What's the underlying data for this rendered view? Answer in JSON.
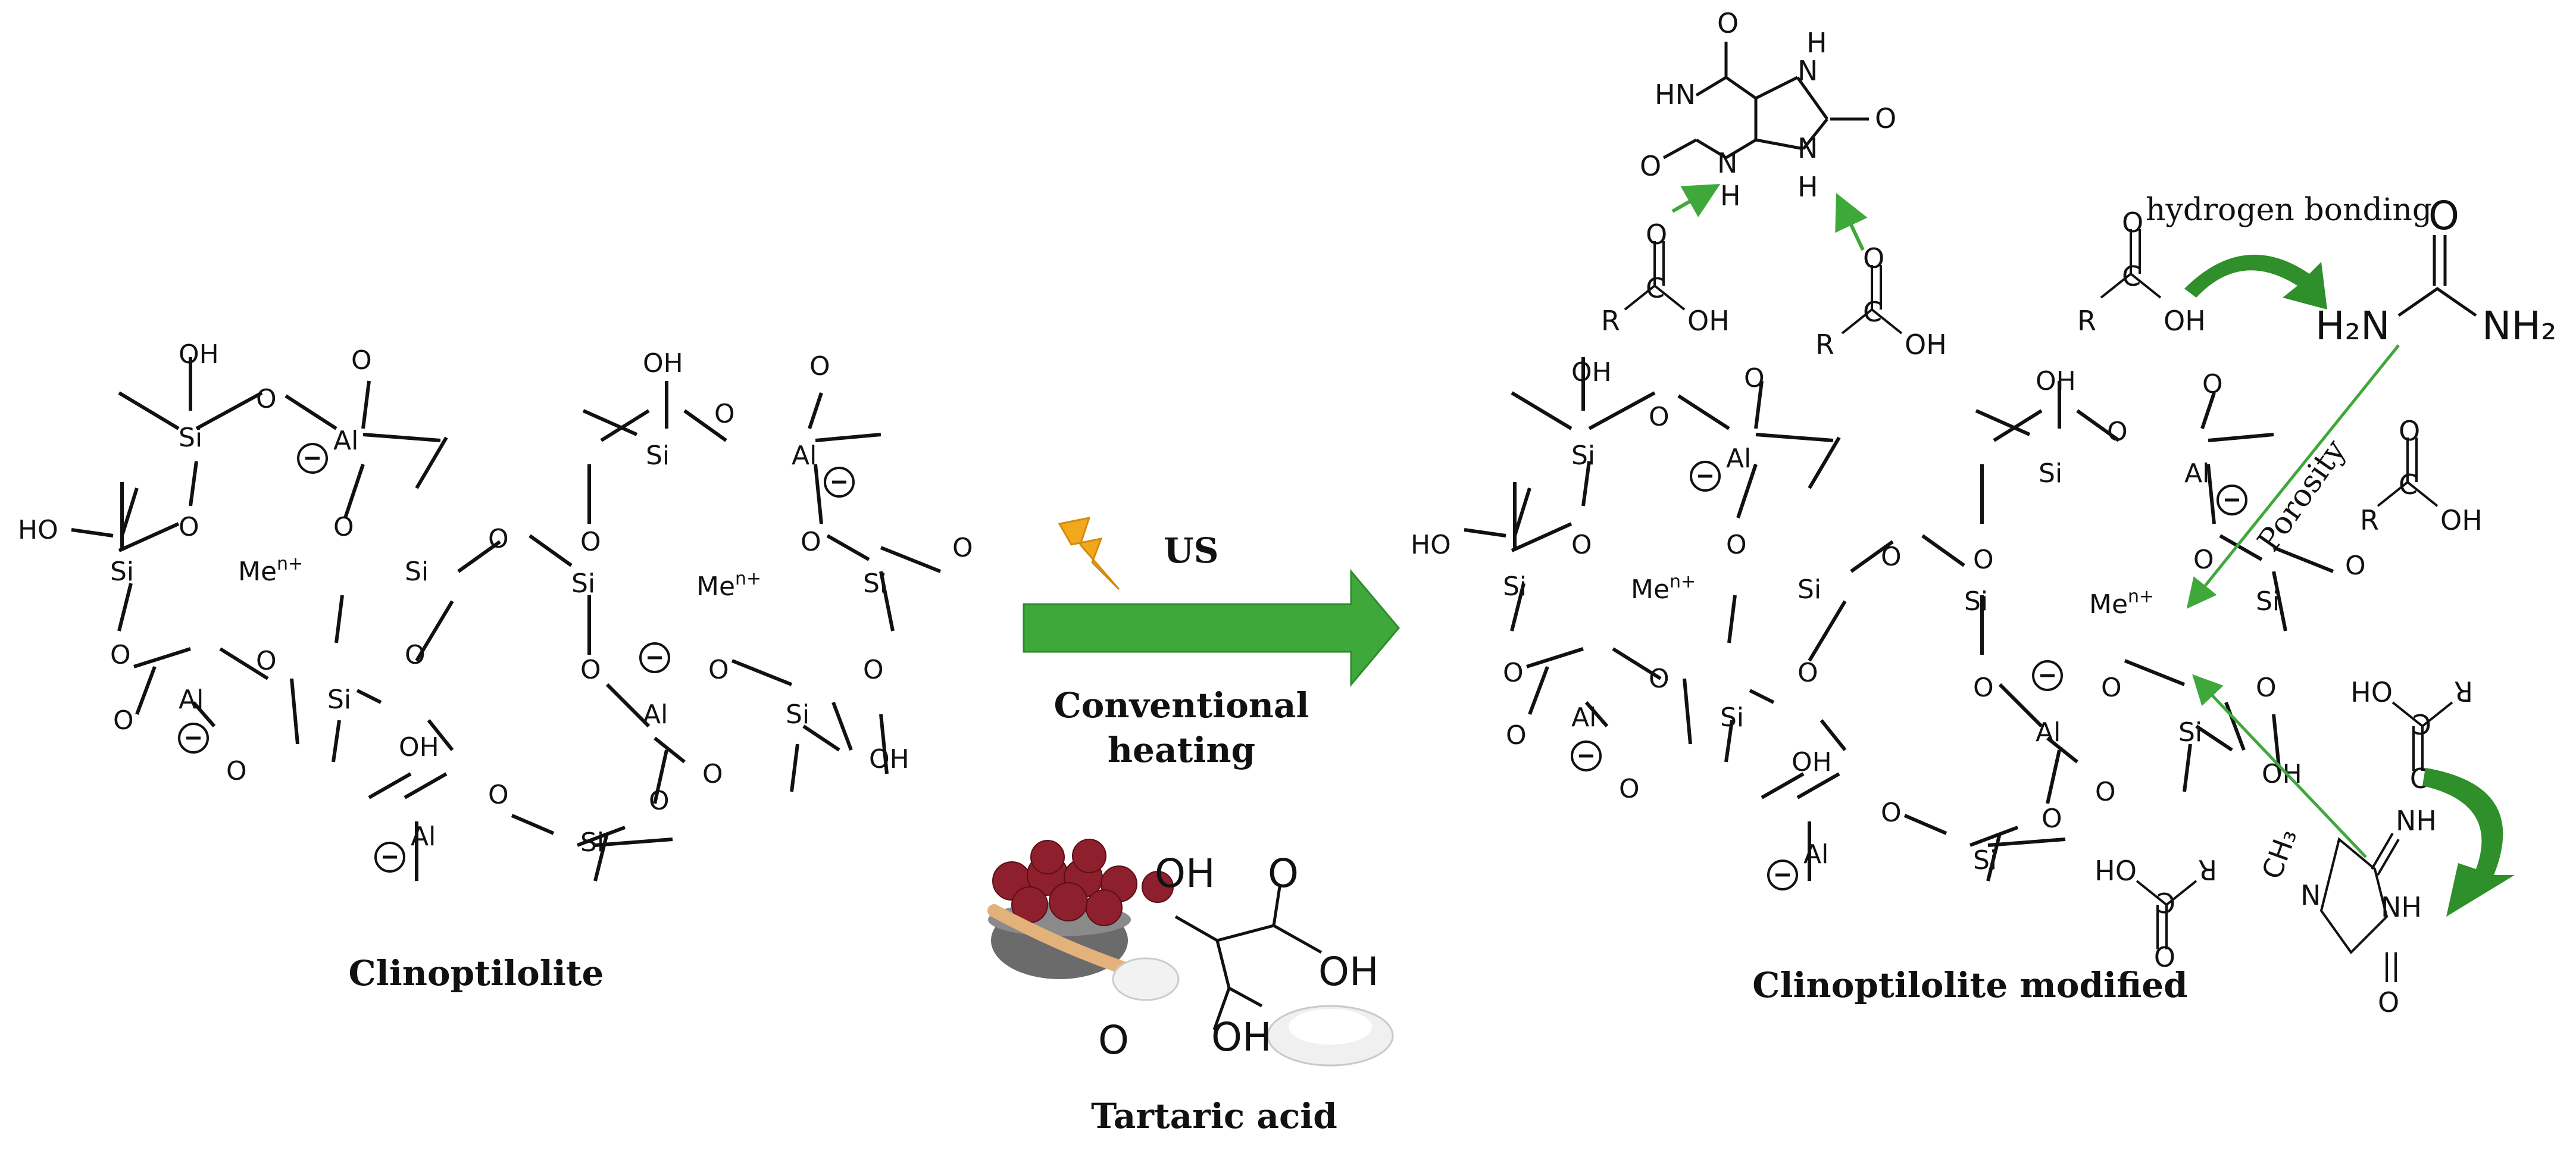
{
  "labels": {
    "us": "US",
    "conventional_heating_1": "Conventional",
    "conventional_heating_2": "heating",
    "clinoptilolite": "Clinoptilolite",
    "clinoptilolite_modified": "Clinoptilolite modified",
    "tartaric_acid": "Tartaric acid",
    "hydrogen_bonding": "hydrogen bonding",
    "porosity": "Porosity",
    "cation": "Me",
    "cation_charge": "n+",
    "minus": "−"
  },
  "atoms": {
    "si": "Si",
    "al": "Al",
    "o": "O",
    "oh": "OH",
    "ho": "HO",
    "h": "H",
    "hn": "HN",
    "n": "N",
    "r": "R",
    "c": "C",
    "h2n": "H₂N",
    "nh2": "NH₂",
    "ch3": "CH₃",
    "nh": "NH"
  },
  "colors": {
    "arrow_green": "#3fa83a",
    "bond": "#111111",
    "lightning": "#f2a81d"
  }
}
